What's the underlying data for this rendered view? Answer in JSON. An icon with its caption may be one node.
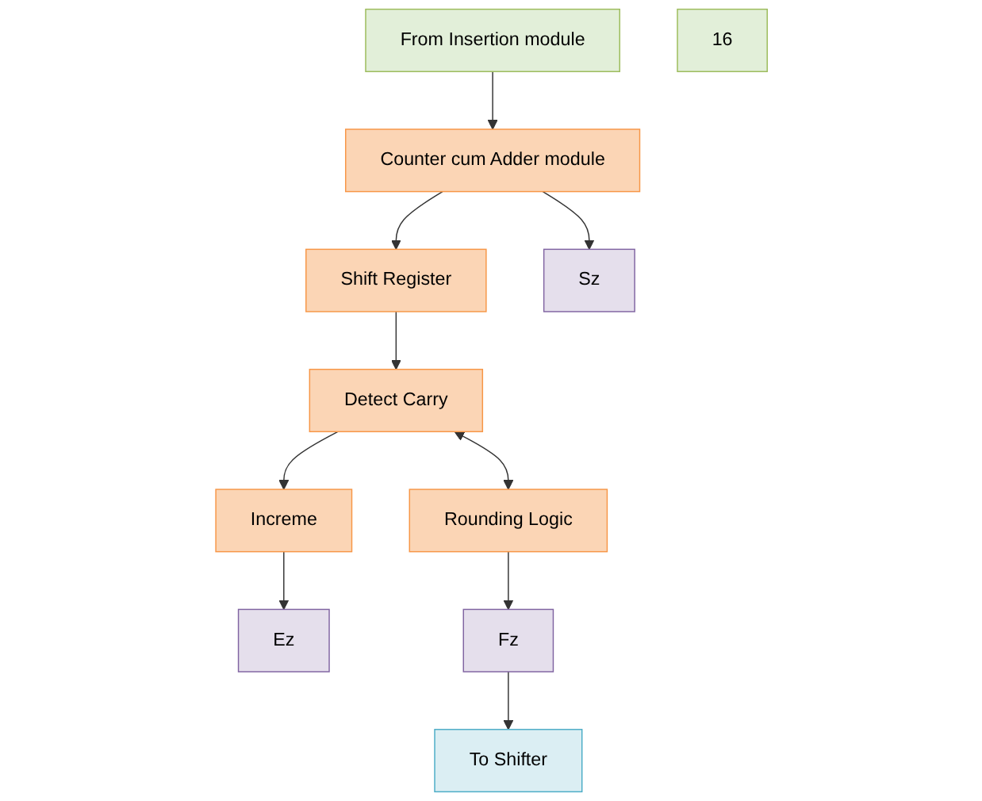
{
  "diagram": {
    "nodes": [
      {
        "text": [
          "From Insertion module"
        ]
      },
      {
        "text": [
          "16"
        ]
      },
      {
        "text": [
          "Counter cum Adder module"
        ]
      },
      {
        "text": [
          "Shift Register"
        ]
      },
      {
        "text": [
          "Detect Carry"
        ]
      },
      {
        "text": [
          "Rounding Logic"
        ]
      },
      {
        "text": [
          "Increme"
        ]
      },
      {
        "text": [
          "Sz"
        ]
      },
      {
        "text": [
          "Ez"
        ]
      },
      {
        "text": [
          "Fz"
        ]
      },
      {
        "text": [
          "To Shifter"
        ]
      }
    ],
    "edges": [
      {
        "from": 0,
        "to": 2,
        "arrow": "to"
      },
      {
        "from": 2,
        "to": 7,
        "arrow": "to"
      },
      {
        "from": 2,
        "to": 3,
        "arrow": "to"
      },
      {
        "from": 3,
        "to": 4,
        "arrow": "to"
      },
      {
        "from": 4,
        "to": 5,
        "arrow": "both"
      },
      {
        "from": 4,
        "to": 6,
        "arrow": "to"
      },
      {
        "from": 6,
        "to": 8,
        "arrow": "to"
      },
      {
        "from": 5,
        "to": 9,
        "arrow": "to"
      },
      {
        "from": 9,
        "to": 10,
        "arrow": "to"
      }
    ]
  }
}
